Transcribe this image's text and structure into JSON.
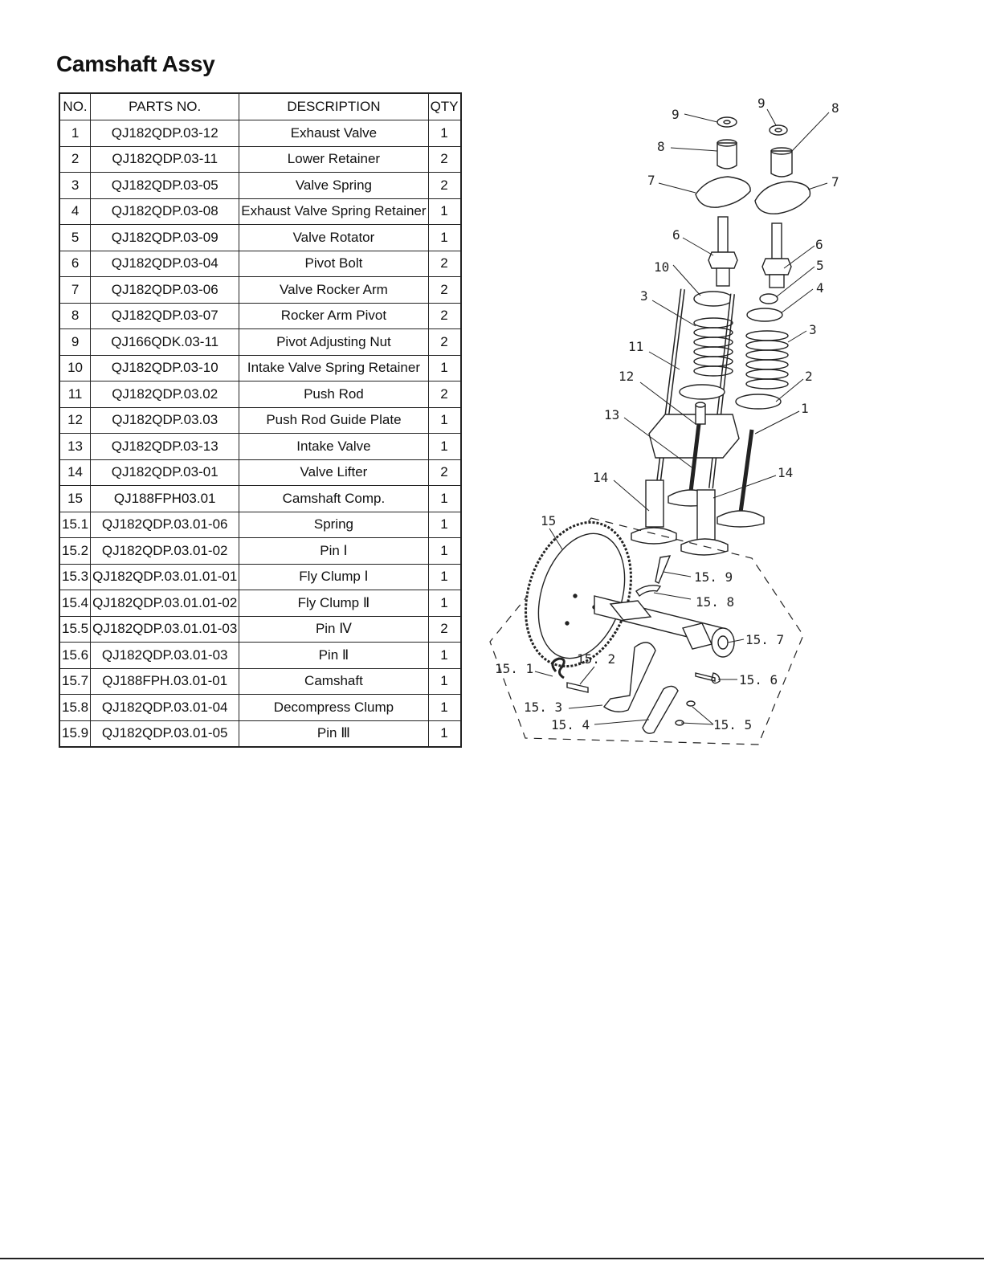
{
  "title": "Camshaft Assy",
  "table": {
    "headers": [
      "NO.",
      "PARTS NO.",
      "DESCRIPTION",
      "QTY"
    ],
    "rows": [
      {
        "no": "1",
        "part": "QJ182QDP.03-12",
        "desc": "Exhaust Valve",
        "qty": "1"
      },
      {
        "no": "2",
        "part": "QJ182QDP.03-11",
        "desc": "Lower Retainer",
        "qty": "2"
      },
      {
        "no": "3",
        "part": "QJ182QDP.03-05",
        "desc": "Valve Spring",
        "qty": "2"
      },
      {
        "no": "4",
        "part": "QJ182QDP.03-08",
        "desc": "Exhaust Valve Spring Retainer",
        "qty": "1"
      },
      {
        "no": "5",
        "part": "QJ182QDP.03-09",
        "desc": "Valve Rotator",
        "qty": "1"
      },
      {
        "no": "6",
        "part": "QJ182QDP.03-04",
        "desc": "Pivot Bolt",
        "qty": "2"
      },
      {
        "no": "7",
        "part": "QJ182QDP.03-06",
        "desc": "Valve Rocker Arm",
        "qty": "2"
      },
      {
        "no": "8",
        "part": "QJ182QDP.03-07",
        "desc": "Rocker Arm Pivot",
        "qty": "2"
      },
      {
        "no": "9",
        "part": "QJ166QDK.03-11",
        "desc": "Pivot Adjusting Nut",
        "qty": "2"
      },
      {
        "no": "10",
        "part": "QJ182QDP.03-10",
        "desc": "Intake Valve Spring Retainer",
        "qty": "1"
      },
      {
        "no": "11",
        "part": "QJ182QDP.03.02",
        "desc": "Push Rod",
        "qty": "2"
      },
      {
        "no": "12",
        "part": "QJ182QDP.03.03",
        "desc": "Push Rod Guide Plate",
        "qty": "1"
      },
      {
        "no": "13",
        "part": "QJ182QDP.03-13",
        "desc": "Intake Valve",
        "qty": "1"
      },
      {
        "no": "14",
        "part": "QJ182QDP.03-01",
        "desc": "Valve Lifter",
        "qty": "2"
      },
      {
        "no": "15",
        "part": "QJ188FPH03.01",
        "desc": "Camshaft Comp.",
        "qty": "1"
      },
      {
        "no": "15.1",
        "part": "QJ182QDP.03.01-06",
        "desc": "Spring",
        "qty": "1"
      },
      {
        "no": "15.2",
        "part": "QJ182QDP.03.01-02",
        "desc": "Pin Ⅰ",
        "qty": "1"
      },
      {
        "no": "15.3",
        "part": "QJ182QDP.03.01.01-01",
        "desc": "Fly Clump Ⅰ",
        "qty": "1"
      },
      {
        "no": "15.4",
        "part": "QJ182QDP.03.01.01-02",
        "desc": "Fly Clump Ⅱ",
        "qty": "1"
      },
      {
        "no": "15.5",
        "part": "QJ182QDP.03.01.01-03",
        "desc": "Pin Ⅳ",
        "qty": "2"
      },
      {
        "no": "15.6",
        "part": "QJ182QDP.03.01-03",
        "desc": "Pin Ⅱ",
        "qty": "1"
      },
      {
        "no": "15.7",
        "part": "QJ188FPH.03.01-01",
        "desc": "Camshaft",
        "qty": "1"
      },
      {
        "no": "15.8",
        "part": "QJ182QDP.03.01-04",
        "desc": "Decompress Clump",
        "qty": "1"
      },
      {
        "no": "15.9",
        "part": "QJ182QDP.03.01-05",
        "desc": "Pin Ⅲ",
        "qty": "1"
      }
    ]
  },
  "diagram": {
    "callouts": [
      "9",
      "9",
      "8",
      "8",
      "7",
      "7",
      "6",
      "6",
      "10",
      "5",
      "4",
      "3",
      "3",
      "11",
      "2",
      "12",
      "1",
      "13",
      "14",
      "14",
      "15",
      "15. 9",
      "15. 8",
      "15. 7",
      "15. 2",
      "15. 1",
      "15. 6",
      "15. 3",
      "15. 4",
      "15. 5"
    ]
  }
}
